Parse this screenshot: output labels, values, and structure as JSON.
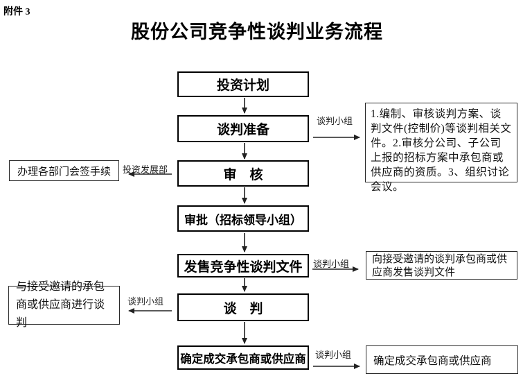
{
  "page": {
    "attachment_label": "附件 3",
    "title": "股份公司竞争性谈判业务流程",
    "background_color": "#ffffff",
    "line_color": "#222222"
  },
  "flow": {
    "main_steps": [
      {
        "label": "投资计划"
      },
      {
        "label": "谈判准备"
      },
      {
        "label": "审　核"
      },
      {
        "label": "审批（招标领导小组）"
      },
      {
        "label": "发售竞争性谈判文件"
      },
      {
        "label": "谈　判"
      },
      {
        "label": "确定成交承包商或供应商"
      }
    ],
    "left_notes": [
      {
        "label": "办理各部门会签手续",
        "connector_label": "投资发展部"
      },
      {
        "label": "与接受邀请的承包商或供应商进行谈判",
        "connector_label": "谈判小组"
      }
    ],
    "right_notes": [
      {
        "label": "1.编制、审核谈判方案、谈判文件(控制价)等谈判相关文件。2.审核分公司、子公司上报的招标方案中承包商或供应商的资质。3、组织讨论会议。",
        "connector_label": "谈判小组"
      },
      {
        "label": "向接受邀请的谈判承包商或供应商发售谈判文件",
        "connector_label": "谈判小组"
      },
      {
        "label": "确定成交承包商或供应商",
        "connector_label": "谈判小组"
      }
    ]
  }
}
